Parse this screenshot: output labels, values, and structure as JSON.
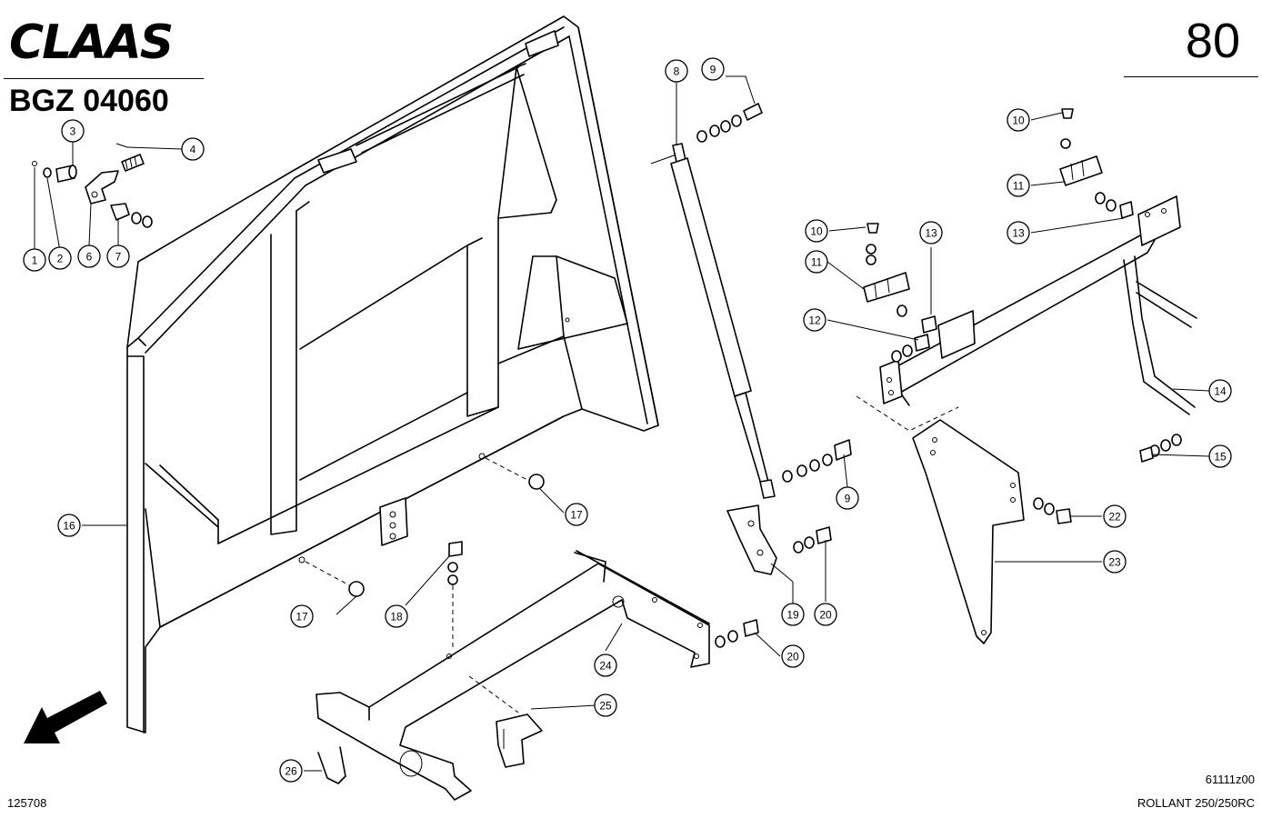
{
  "header": {
    "brand": "CLAAS",
    "page_number": "80",
    "assembly_code": "BGZ 04060"
  },
  "footer": {
    "drawing_number": "125708",
    "sheet_code": "61111z00",
    "model": "ROLLANT 250/250RC"
  },
  "callouts": [
    "1",
    "2",
    "3",
    "4",
    "6",
    "7",
    "8",
    "9",
    "9",
    "10",
    "10",
    "11",
    "11",
    "12",
    "13",
    "13",
    "14",
    "15",
    "16",
    "17",
    "17",
    "18",
    "19",
    "20",
    "20",
    "22",
    "23",
    "24",
    "25",
    "26"
  ],
  "icons": {
    "direction_arrow": "arrow-down-left-icon"
  }
}
